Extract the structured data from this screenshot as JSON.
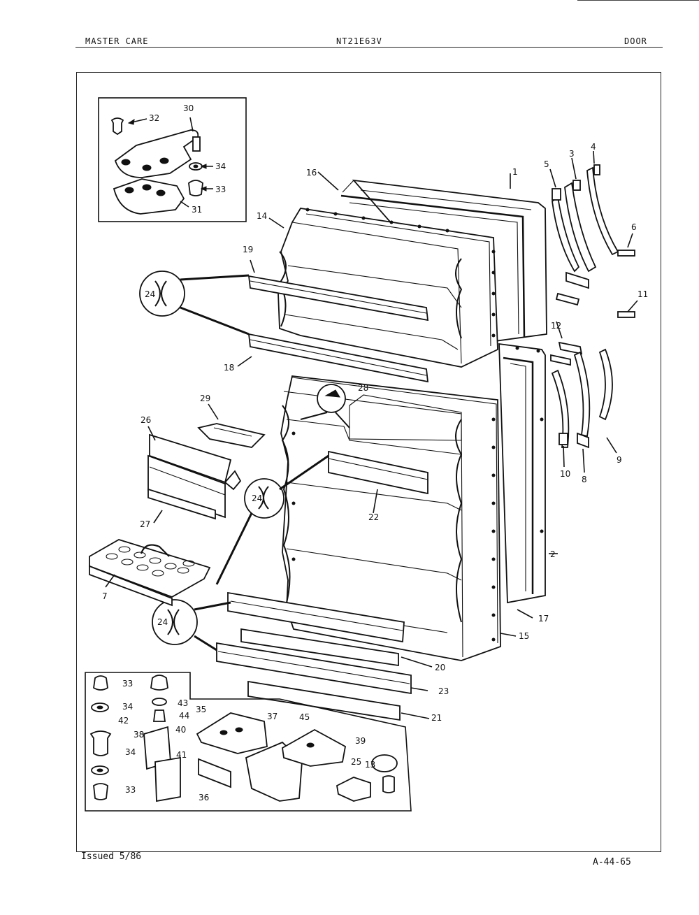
{
  "header": {
    "brand": "MASTER CARE",
    "model": "NT21E63V",
    "section": "DOOR"
  },
  "footer": {
    "issued": "Issued 5/86",
    "code": "A-44-65"
  },
  "callouts": {
    "c1": "1",
    "c2": "2",
    "c3": "3",
    "c4": "4",
    "c5": "5",
    "c6": "6",
    "c7": "7",
    "c8": "8",
    "c9": "9",
    "c10": "10",
    "c11": "11",
    "c12": "12",
    "c13": "13",
    "c14": "14",
    "c15": "15",
    "c16": "16",
    "c17": "17",
    "c18": "18",
    "c19": "19",
    "c20": "20",
    "c21": "21",
    "c22": "22",
    "c23": "23",
    "c24a": "24",
    "c24b": "24",
    "c24c": "24",
    "c25": "25",
    "c26": "26",
    "c27": "27",
    "c28": "28",
    "c29": "29",
    "c30": "30",
    "c31": "31",
    "c32": "32",
    "c33a": "33",
    "c33b": "33",
    "c33c": "33",
    "c34a": "34",
    "c34b": "34",
    "c34c": "34",
    "c35": "35",
    "c36": "36",
    "c37": "37",
    "c38": "38",
    "c39": "39",
    "c40": "40",
    "c41": "41",
    "c42": "42",
    "c43": "43",
    "c44": "44",
    "c45": "45"
  }
}
